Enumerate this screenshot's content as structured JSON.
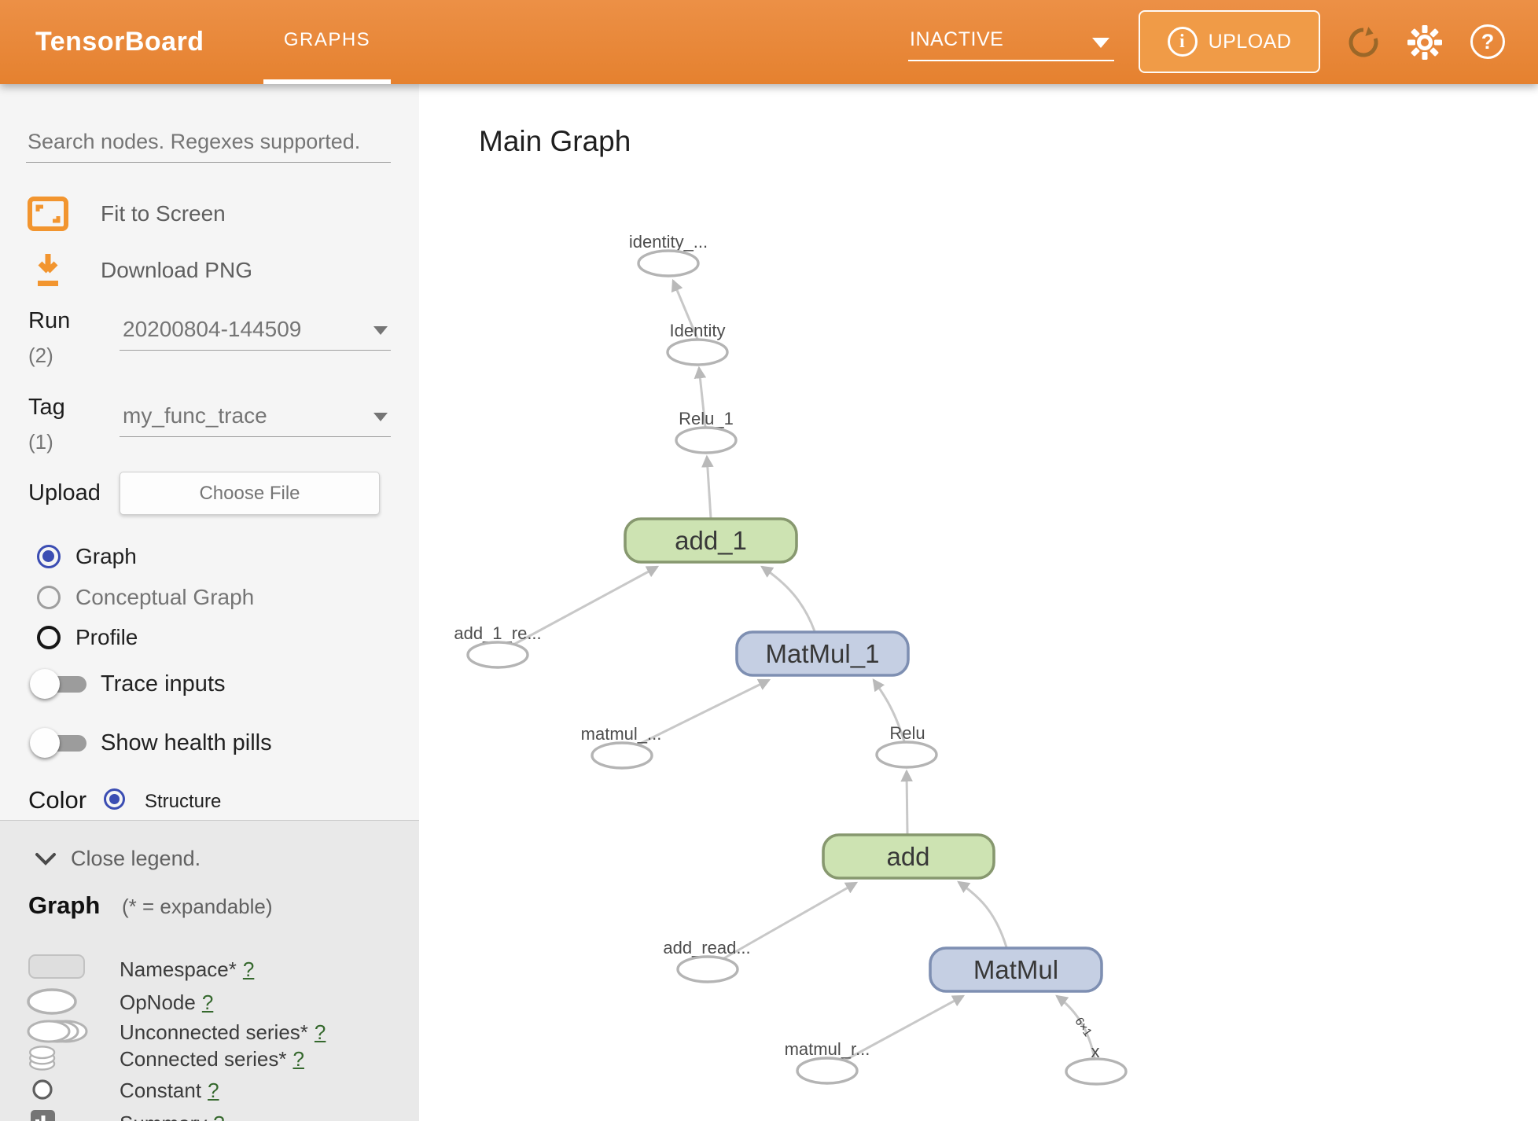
{
  "header": {
    "app_title": "TensorBoard",
    "tab": "GRAPHS",
    "status_dropdown": "INACTIVE",
    "upload_button": "UPLOAD",
    "icons": {
      "upload_info": "i",
      "help": "?"
    }
  },
  "sidebar": {
    "search_placeholder": "Search nodes. Regexes supported.",
    "fit_to_screen": "Fit to Screen",
    "download_png": "Download PNG",
    "run": {
      "label": "Run",
      "count": "(2)",
      "value": "20200804-144509"
    },
    "tag": {
      "label": "Tag",
      "count": "(1)",
      "value": "my_func_trace"
    },
    "upload": {
      "label": "Upload",
      "button": "Choose File"
    },
    "graph_type_options": [
      {
        "label": "Graph",
        "selected": true
      },
      {
        "label": "Conceptual Graph",
        "selected": false
      },
      {
        "label": "Profile",
        "selected": false
      }
    ],
    "toggles": [
      {
        "label": "Trace inputs",
        "on": false
      },
      {
        "label": "Show health pills",
        "on": false
      }
    ],
    "color_by": {
      "label": "Color",
      "option": "Structure",
      "selected": true
    }
  },
  "legend": {
    "close_label": "Close legend.",
    "section_title": "Graph",
    "subtitle": "(* = expandable)",
    "items": [
      {
        "label": "Namespace*",
        "help": "?"
      },
      {
        "label": "OpNode",
        "help": "?"
      },
      {
        "label": "Unconnected series*",
        "help": "?"
      },
      {
        "label": "Connected series*",
        "help": "?"
      },
      {
        "label": "Constant",
        "help": "?"
      },
      {
        "label": "Summary",
        "help": "?"
      }
    ]
  },
  "main": {
    "title": "Main Graph",
    "graph": {
      "op_nodes": [
        {
          "label": "identity_..."
        },
        {
          "label": "Identity"
        },
        {
          "label": "Relu_1"
        },
        {
          "label": "add_1_re..."
        },
        {
          "label": "matmul_..."
        },
        {
          "label": "Relu"
        },
        {
          "label": "add_read..."
        },
        {
          "label": "matmul_r..."
        },
        {
          "label": "x"
        }
      ],
      "box_nodes": [
        {
          "label": "add_1",
          "type": "green"
        },
        {
          "label": "MatMul_1",
          "type": "blue"
        },
        {
          "label": "add",
          "type": "green"
        },
        {
          "label": "MatMul",
          "type": "blue"
        }
      ],
      "edge_shape_label": "6×1"
    }
  },
  "colors": {
    "header_orange": "#e8873c",
    "node_green_fill": "#cde3b2",
    "node_green_border": "#87986f",
    "node_blue_fill": "#c5cfe3",
    "node_blue_border": "#7e8fb2",
    "radio_selected": "#3b4db3",
    "help_link_green": "#35682d",
    "edge_gray": "#c8c8c8"
  }
}
